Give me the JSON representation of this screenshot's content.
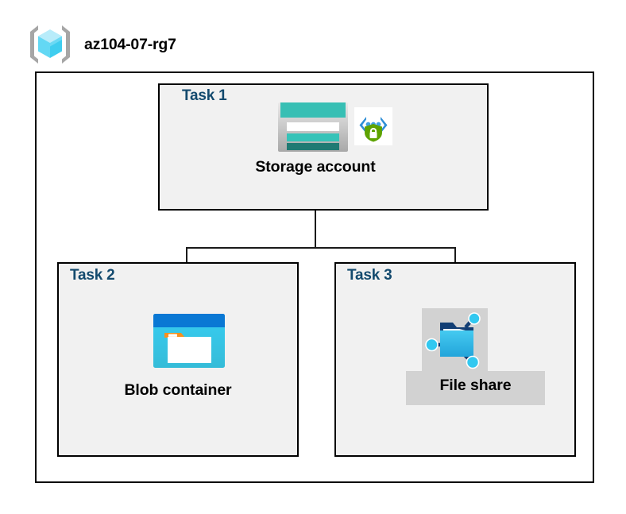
{
  "resource_group": {
    "name": "az104-07-rg7",
    "icon": "resource-group-cube-icon"
  },
  "diagram": {
    "type": "azure-architecture-diagram",
    "container_label": "resource-group-container",
    "connector_style": "inverted-t"
  },
  "tasks": [
    {
      "id": "task1",
      "label": "Task 1",
      "node_label": "Storage account",
      "icon": "storage-account-icon",
      "badge_icon": "secured-endpoint-shield-icon",
      "highlighted": false
    },
    {
      "id": "task2",
      "label": "Task 2",
      "node_label": "Blob container",
      "icon": "blob-container-icon",
      "badge_icon": null,
      "highlighted": false
    },
    {
      "id": "task3",
      "label": "Task 3",
      "node_label": "File share",
      "icon": "file-share-icon",
      "badge_icon": null,
      "highlighted": true
    }
  ],
  "colors": {
    "task_label": "#134A6E",
    "task_box_fill": "#F1F1F1",
    "box_border": "#000000",
    "highlight": "#D2D2D2",
    "storage_teal": "#37BFB4",
    "storage_teal_dark": "#1F7A73",
    "blob_blue": "#0078D4",
    "blob_cyan": "#32C5F4",
    "blob_orange": "#F7901E",
    "fileshare_cyan": "#32BEE8",
    "fileshare_navy": "#0F3E73",
    "shield_green": "#5EA300",
    "cube_cyan": "#9BE5F8",
    "bracket_gray": "#A6A6A6"
  }
}
